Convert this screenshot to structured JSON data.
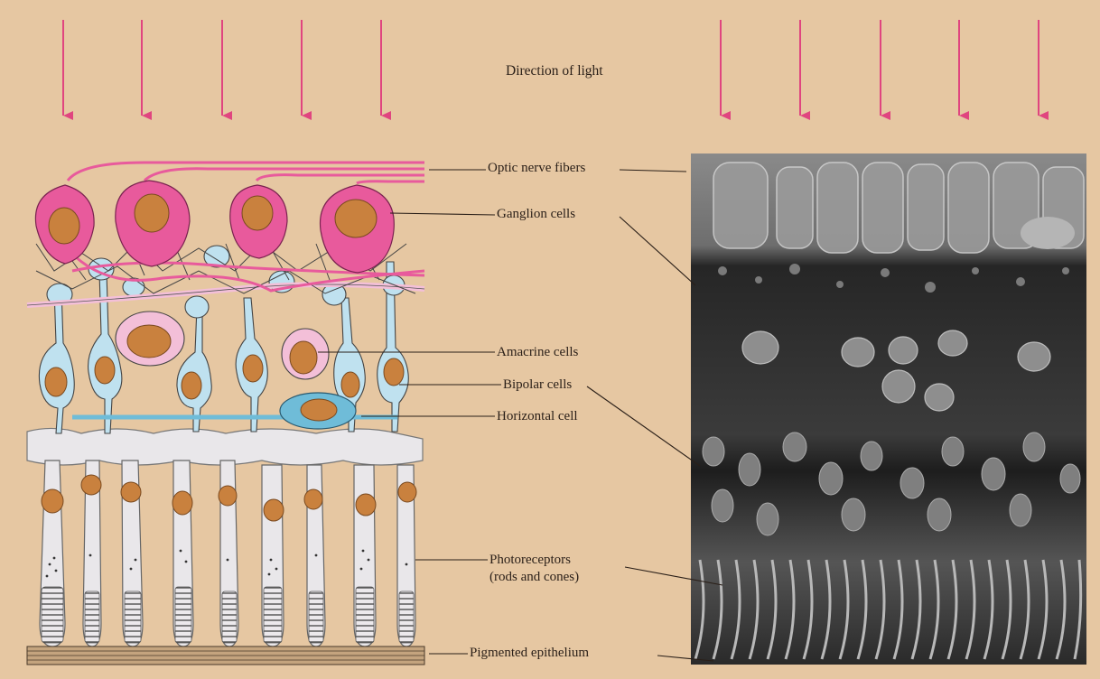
{
  "diagram": {
    "direction_label": "Direction of light",
    "labels": {
      "optic_nerve_fibers": "Optic nerve fibers",
      "ganglion_cells": "Ganglion cells",
      "amacrine_cells": "Amacrine cells",
      "bipolar_cells": "Bipolar cells",
      "horizontal_cell": "Horizontal cell",
      "photoreceptors_line1": "Photoreceptors",
      "photoreceptors_line2": "(rods and cones)",
      "pigmented_epithelium": "Pigmented epithelium"
    }
  },
  "colors": {
    "background": "#e6c7a2",
    "arrow": "#e0457f",
    "ganglion": "#e85a9c",
    "nucleus": "#c9813e",
    "bipolar": "#bfe1ef",
    "amacrine": "#f3bfd8",
    "horizontal": "#6fbcd8",
    "photoreceptor": "#e9e7ea",
    "micrograph": "#3a3a3a"
  }
}
